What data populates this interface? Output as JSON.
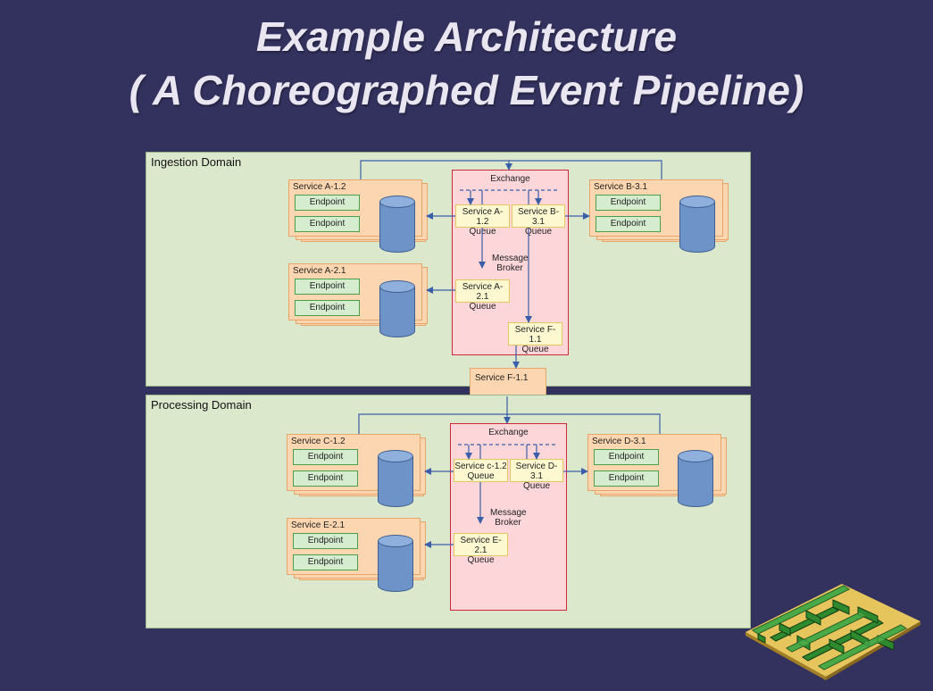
{
  "title": {
    "line1": "Example Architecture",
    "line2": "( A Choreographed Event Pipeline)"
  },
  "ingestion": {
    "label": "Ingestion Domain",
    "exchange": "Exchange",
    "broker_label": "Message\nBroker",
    "services": {
      "a12": {
        "name": "Service A-1.2",
        "endpoints": [
          "Endpoint",
          "Endpoint"
        ]
      },
      "a21": {
        "name": "Service A-2.1",
        "endpoints": [
          "Endpoint",
          "Endpoint"
        ]
      },
      "b31": {
        "name": "Service B-3.1",
        "endpoints": [
          "Endpoint",
          "Endpoint"
        ]
      }
    },
    "queues": {
      "a12": "Service A-1.2\nQueue",
      "b31": "Service B-3.1\nQueue",
      "a21": "Service A-2.1\nQueue",
      "f11": "Service F-1.1\nQueue"
    }
  },
  "bridge": {
    "label": "Service F-1.1"
  },
  "processing": {
    "label": "Processing Domain",
    "exchange": "Exchange",
    "broker_label": "Message\nBroker",
    "services": {
      "c12": {
        "name": "Service C-1.2",
        "endpoints": [
          "Endpoint",
          "Endpoint"
        ]
      },
      "e21": {
        "name": "Service E-2.1",
        "endpoints": [
          "Endpoint",
          "Endpoint"
        ]
      },
      "d31": {
        "name": "Service D-3.1",
        "endpoints": [
          "Endpoint",
          "Endpoint"
        ]
      }
    },
    "queues": {
      "c12": "Service c-1.2\nQueue",
      "d31": "Service D-3.1\nQueue",
      "e21": "Service E-2.1\nQueue"
    }
  },
  "colors": {
    "background": "#33325f",
    "domain": "#dce8cc",
    "service": "#fbd6b0",
    "endpoint": "#d5eccf",
    "broker": "#fcd6d8",
    "queue": "#fdf8d0",
    "database": "#6d93c9",
    "arrow": "#3a5ea8"
  }
}
